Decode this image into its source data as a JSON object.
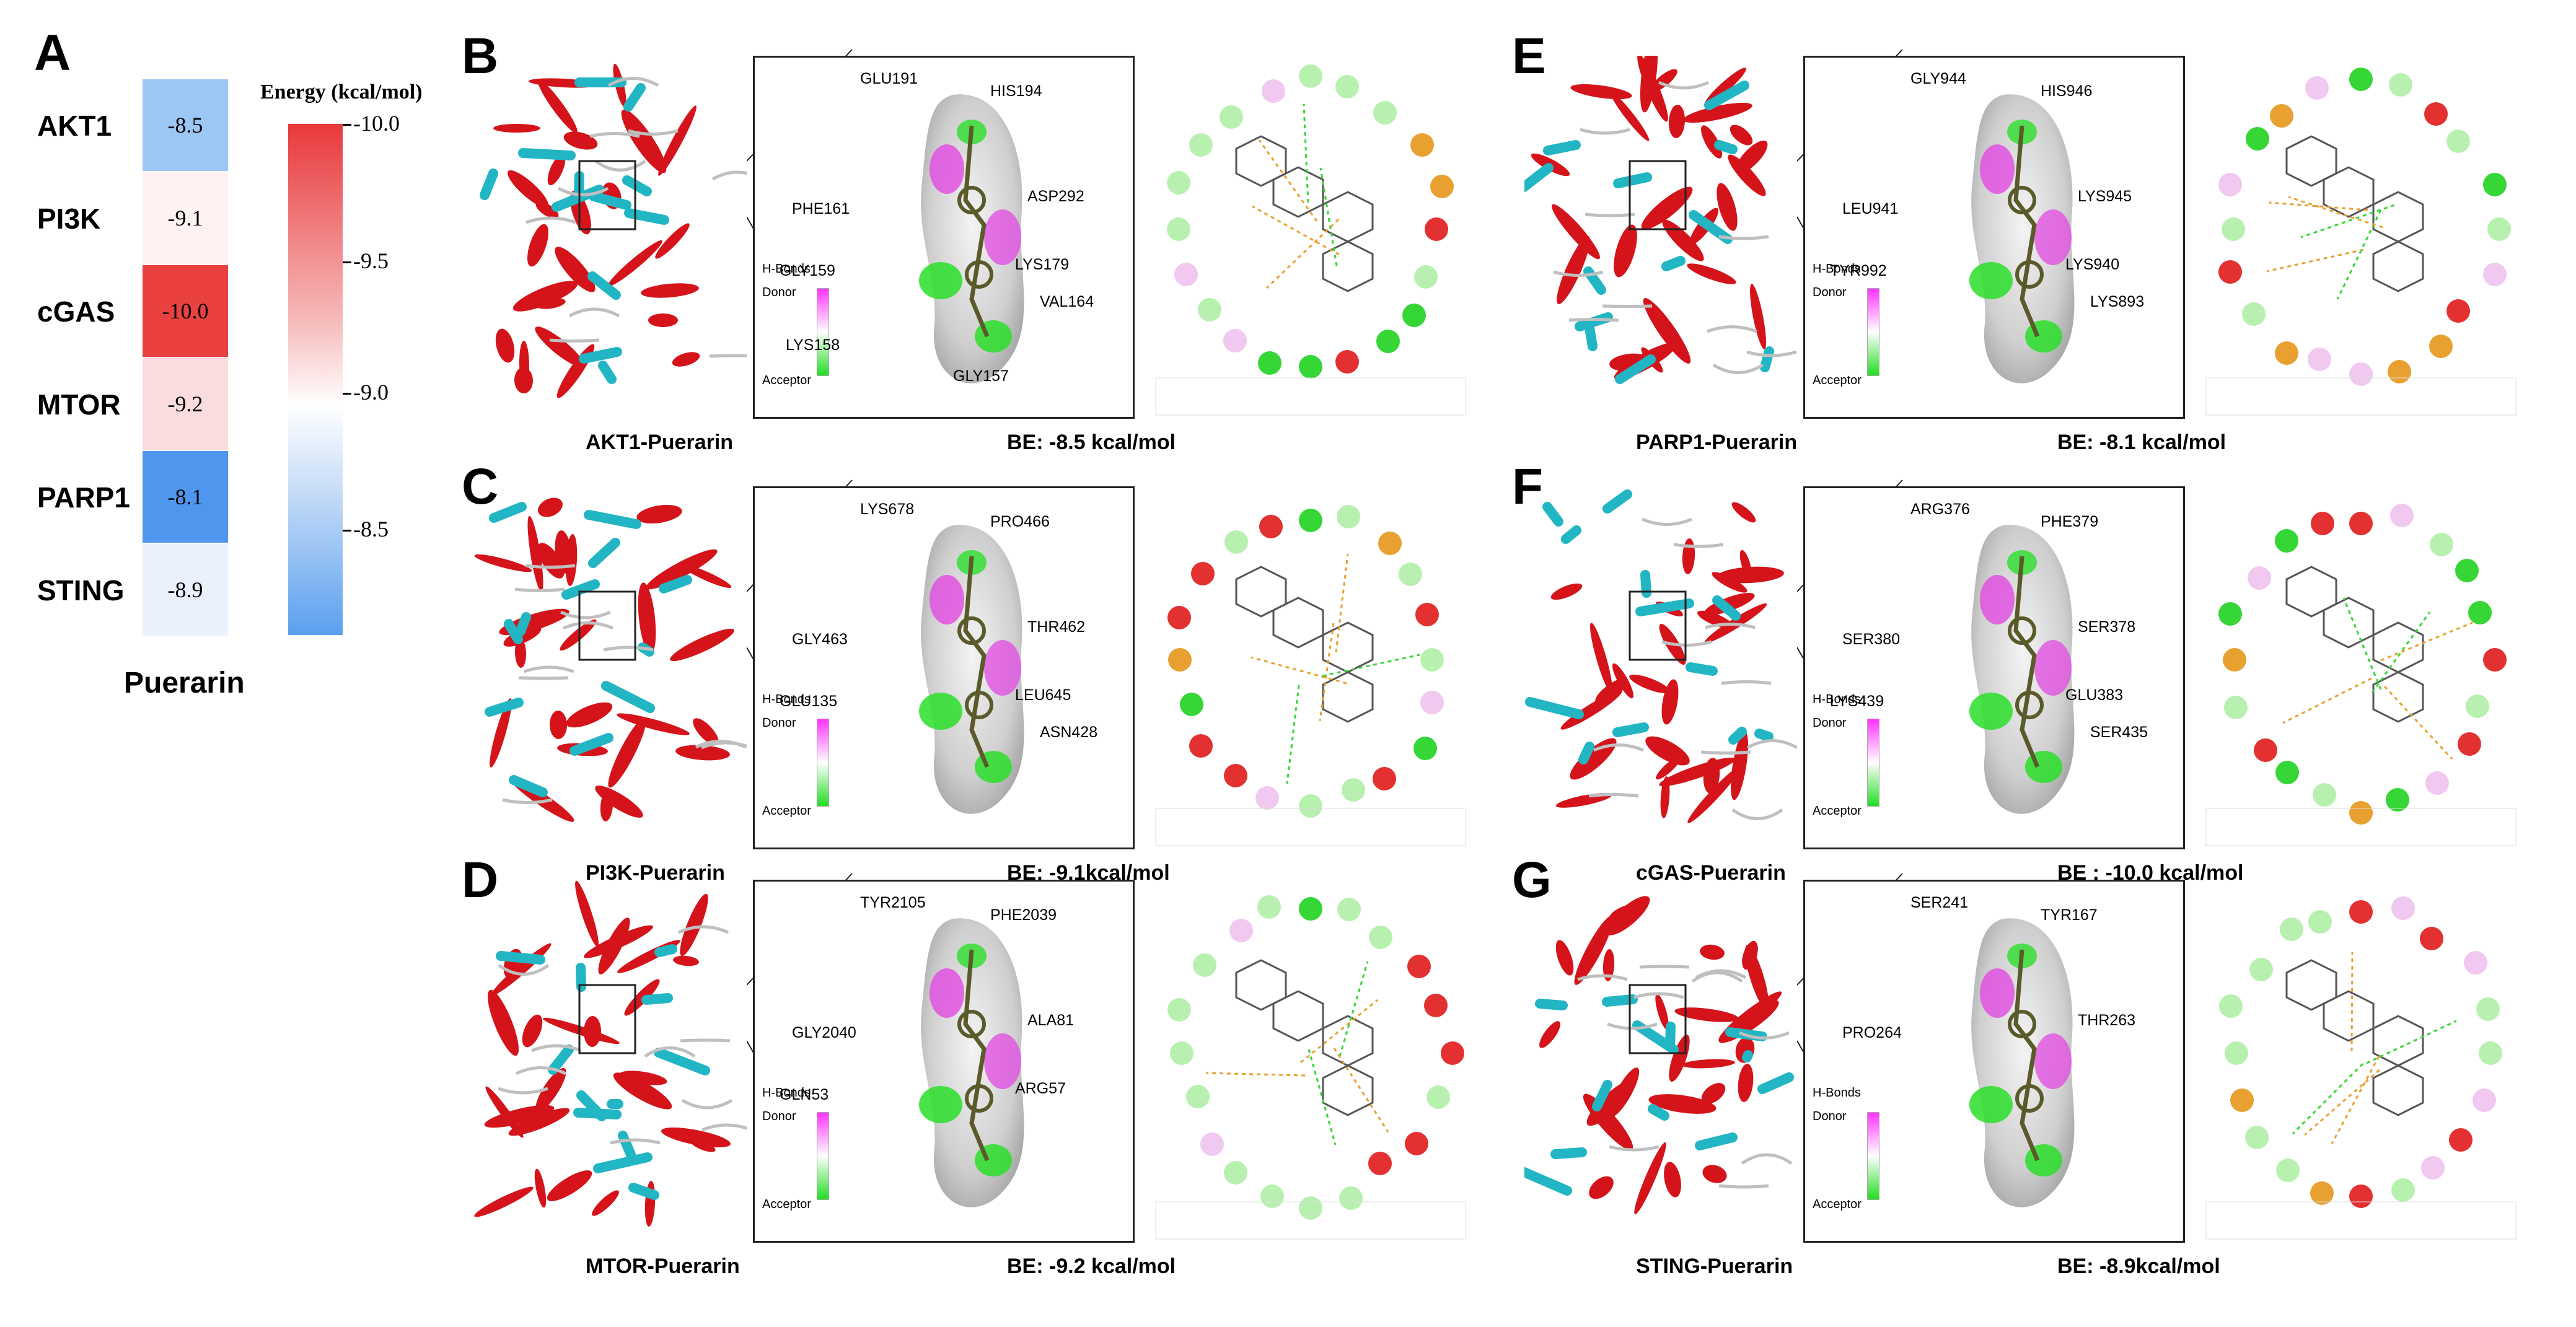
{
  "panelA": {
    "letter": "A",
    "genes": [
      "AKT1",
      "PI3K",
      "cGAS",
      "MTOR",
      "PARP1",
      "STING"
    ],
    "values": [
      "-8.5",
      "-9.1",
      "-10.0",
      "-9.2",
      "-8.1",
      "-8.9"
    ],
    "colors": [
      "#9cc6f3",
      "#fff2f2",
      "#e8413f",
      "#fbdcdc",
      "#4f97ee",
      "#e9f1fd"
    ],
    "xlabel": "Puerarin",
    "colorbar_title": "Energy (kcal/mol)",
    "colorbar_ticks": [
      "-10.0",
      "-9.5",
      "-9.0",
      "-8.5"
    ]
  },
  "panels": [
    {
      "letter": "B",
      "caption": "AKT1-Puerarin",
      "be": "BE:  -8.5 kcal/mol",
      "residues": [
        "GLU191",
        "HIS194",
        "ASP292",
        "PHE161",
        "LYS179",
        "GLY159",
        "VAL164",
        "LYS158",
        "GLY157"
      ],
      "hbond": "H-Bonds",
      "donor": "Donor",
      "acceptor": "Acceptor"
    },
    {
      "letter": "C",
      "caption": "PI3K-Puerarin",
      "be": "BE:  -9.1kcal/mol",
      "residues": [
        "LYS678",
        "PRO466",
        "THR462",
        "GLY463",
        "LEU645",
        "GLU135",
        "ASN428"
      ],
      "hbond": "H-Bonds",
      "donor": "Donor",
      "acceptor": "Acceptor"
    },
    {
      "letter": "D",
      "caption": "MTOR-Puerarin",
      "be": "BE:  -9.2 kcal/mol",
      "residues": [
        "TYR2105",
        "PHE2039",
        "ALA81",
        "GLY2040",
        "ARG57",
        "GLN53"
      ],
      "hbond": "H-Bonds",
      "donor": "Donor",
      "acceptor": "Acceptor"
    },
    {
      "letter": "E",
      "caption": "PARP1-Puerarin",
      "be": "BE:  -8.1 kcal/mol",
      "residues": [
        "GLY944",
        "HIS946",
        "LYS945",
        "LEU941",
        "LYS940",
        "TYR992",
        "LYS893"
      ],
      "hbond": "H-Bonds",
      "donor": "Donor",
      "acceptor": "Acceptor"
    },
    {
      "letter": "F",
      "caption": "cGAS-Puerarin",
      "be": "BE : -10.0 kcal/mol",
      "residues": [
        "ARG376",
        "PHE379",
        "SER378",
        "SER380",
        "GLU383",
        "LYS439",
        "SER435"
      ],
      "hbond": "H-Bonds",
      "donor": "Donor",
      "acceptor": "Acceptor"
    },
    {
      "letter": "G",
      "caption": "STING-Puerarin",
      "be": "BE:  -8.9kcal/mol",
      "residues": [
        "SER241",
        "TYR167",
        "THR263",
        "PRO264"
      ],
      "hbond": "H-Bonds",
      "donor": "Donor",
      "acceptor": "Acceptor"
    }
  ],
  "colors": {
    "helix": "#d4141a",
    "sheet": "#22b5c4",
    "coil": "#bfbfbf",
    "vdw": "#b8f0b0",
    "hbond": "#35d635",
    "unfavorable": "#e33030",
    "pi": "#e8a030",
    "alkyl": "#f0c8f0"
  }
}
